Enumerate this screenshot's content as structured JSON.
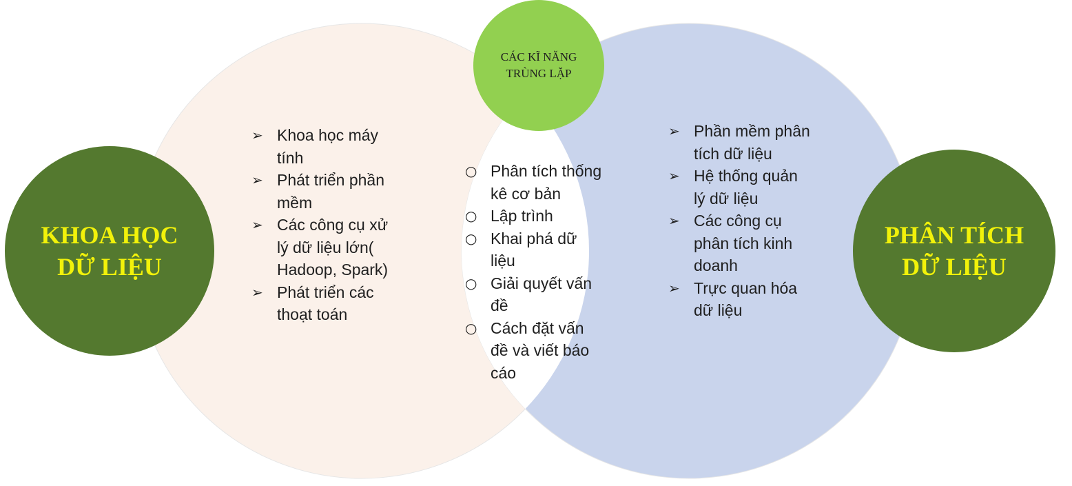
{
  "colors": {
    "left_circle": "#fbf1ea",
    "right_circle": "#c9d4ec",
    "intersection": "#ffffff",
    "end_circle": "#54792f",
    "title_circle": "#92d050",
    "end_label": "#f2f20a",
    "text": "#1f1f1f"
  },
  "left_label": [
    "KHOA HỌC",
    "DỮ LIỆU"
  ],
  "right_label": [
    "PHÂN TÍCH",
    "DỮ LIỆU"
  ],
  "overlap_title": [
    "CÁC KĨ NĂNG",
    "TRÙNG LẶP"
  ],
  "left_marker": "➢",
  "right_marker": "➢",
  "center_marker": "○",
  "left_items": [
    [
      "Khoa học máy",
      "tính"
    ],
    [
      "Phát triển phần",
      "mềm"
    ],
    [
      "Các công cụ xử",
      "lý dữ liệu lớn(",
      "Hadoop, Spark)"
    ],
    [
      "Phát triển các",
      "thoạt toán"
    ]
  ],
  "center_items": [
    [
      "Phân tích thống",
      "kê cơ bản"
    ],
    [
      "Lập trình"
    ],
    [
      "Khai phá dữ",
      "liệu"
    ],
    [
      "Giải quyết vấn",
      "đề"
    ],
    [
      "Cách đặt vấn",
      "đề và viết báo",
      "cáo"
    ]
  ],
  "right_items": [
    [
      "Phần mềm phân",
      "tích dữ liệu"
    ],
    [
      "Hệ thống quản",
      "lý dữ liệu"
    ],
    [
      "Các công cụ",
      "phân tích kinh",
      "doanh"
    ],
    [
      "Trực quan hóa",
      "dữ liệu"
    ]
  ]
}
